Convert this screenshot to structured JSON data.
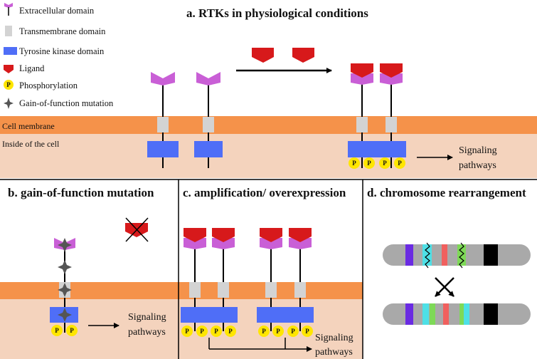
{
  "legend": {
    "extracellular": "Extracellular domain",
    "transmembrane": "Transmembrane domain",
    "kinase": "Tyrosine kinase domain",
    "ligand": "Ligand",
    "phospho": "Phosphorylation",
    "gof": "Gain-of-function mutation"
  },
  "panel_a": {
    "title": "a. RTKs in physiological conditions",
    "membrane_label": "Cell membrane",
    "inside_label": "Inside of the cell",
    "signal_1": "Signaling",
    "signal_2": "pathways"
  },
  "panel_b": {
    "title": "b. gain-of-function mutation",
    "signal_1": "Signaling",
    "signal_2": "pathways"
  },
  "panel_c": {
    "title": "c. amplification/ overexpression",
    "signal_1": "Signaling",
    "signal_2": "pathways"
  },
  "panel_d": {
    "title": "d. chromosome rearrangement"
  },
  "phospho_symbol": "P",
  "colors": {
    "membrane": "#f5924a",
    "cytoplasm": "#f4d3bd",
    "extracellular": "#c95fd6",
    "transmembrane": "#d3d3d3",
    "kinase": "#4f6ef7",
    "ligand": "#d7191b",
    "phospho": "#ffe600",
    "gof": "#555555"
  }
}
